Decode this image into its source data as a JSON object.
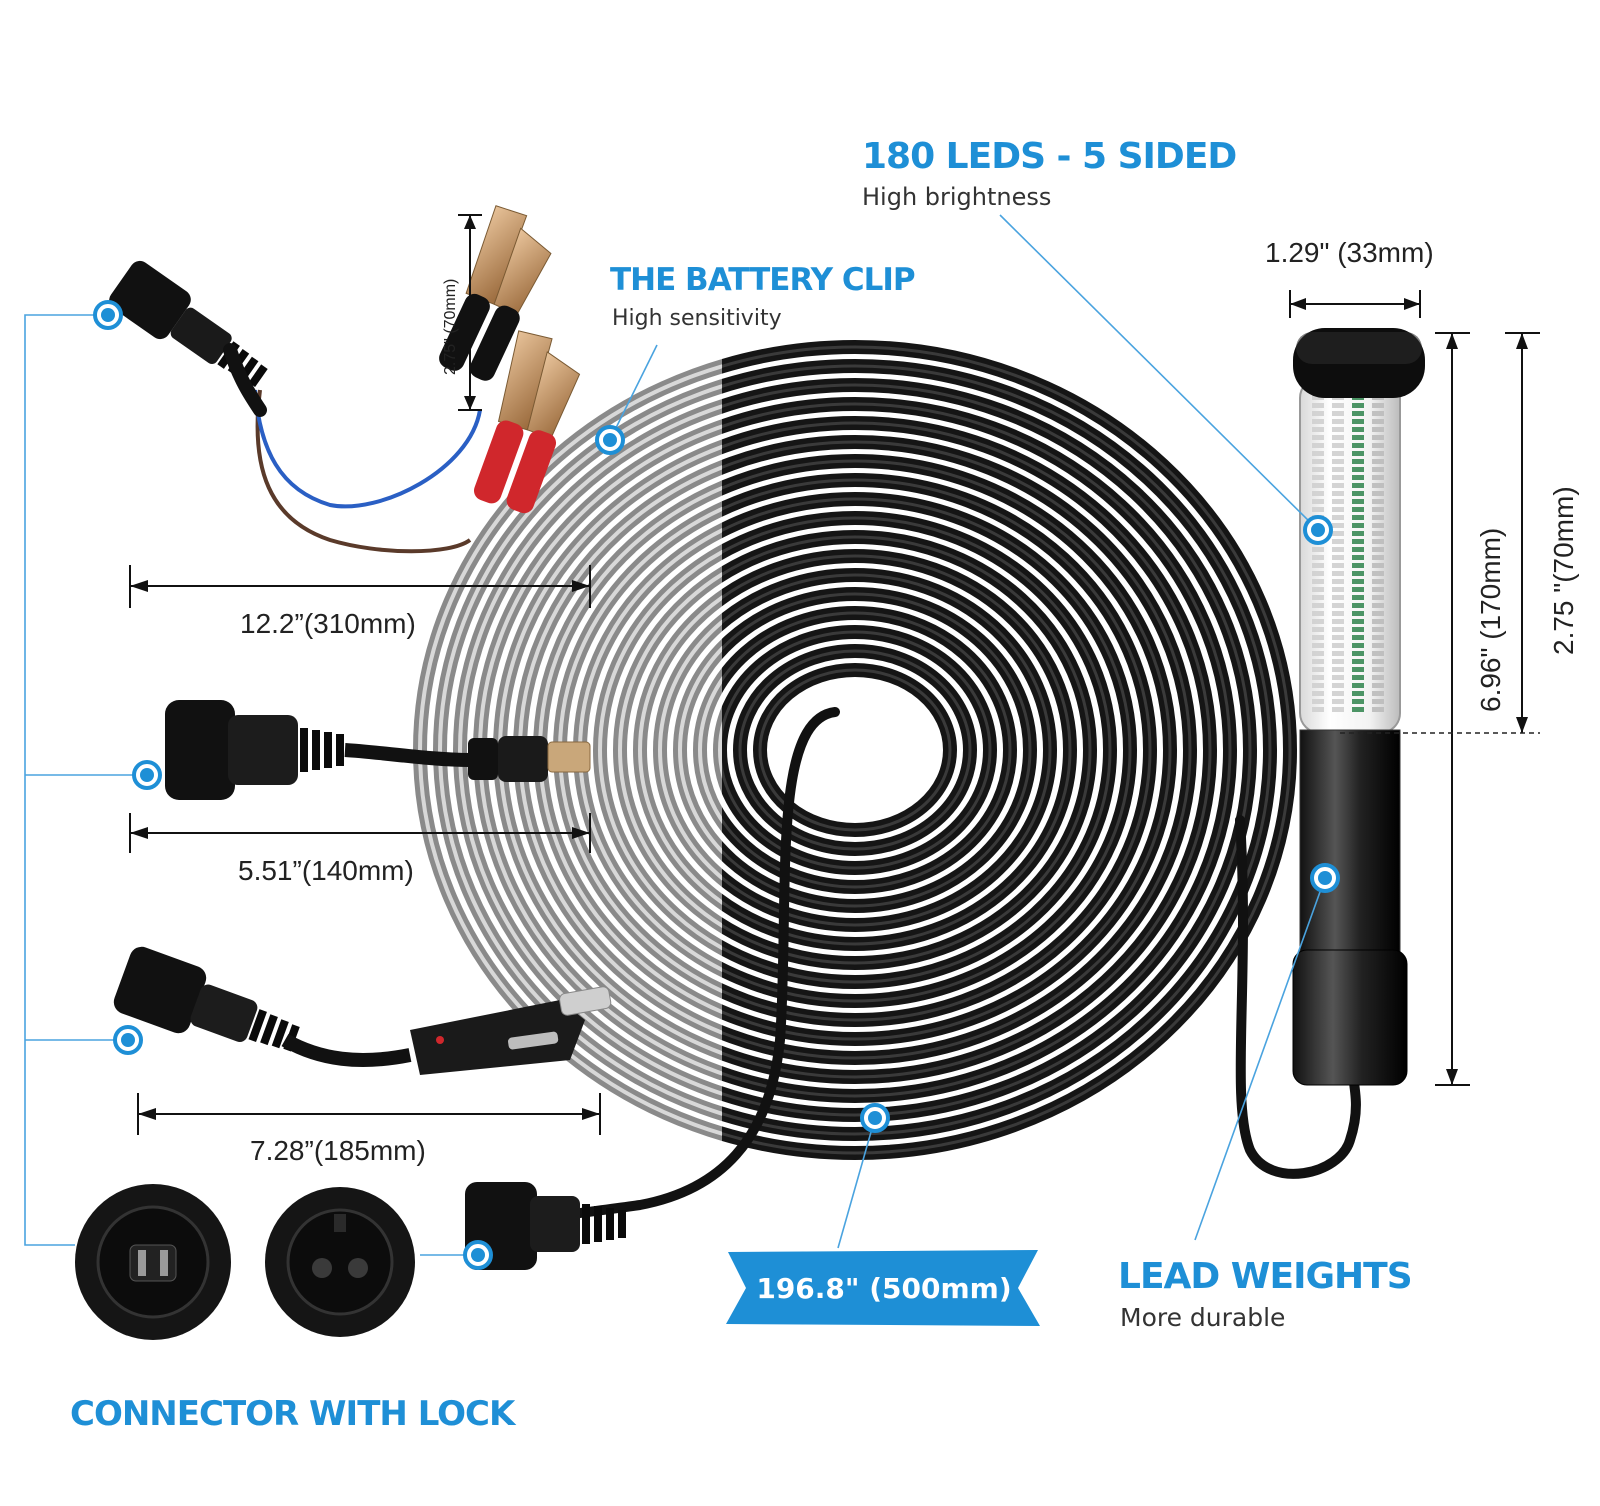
{
  "led_feature": {
    "title": "180 LEDS - 5 SIDED",
    "subtitle": "High brightness"
  },
  "battery_clip": {
    "title": "THE BATTERY CLIP",
    "subtitle": "High sensitivity",
    "height_dim": "2.75\" (70mm)"
  },
  "lead_weights": {
    "title": "LEAD WEIGHTS",
    "subtitle": "More durable"
  },
  "connector": {
    "title": "CONNECTOR WITH LOCK"
  },
  "cable": {
    "length_badge": "196.8\" (500mm)"
  },
  "dimensions": {
    "clip_cable": "12.2”(310mm)",
    "dc_cable": "5.51”(140mm)",
    "cig_cable": "7.28”(185mm)",
    "tube_diameter": "1.29\" (33mm)",
    "tube_length": "6.96\" (170mm)",
    "led_section": "2.75 \"(70mm)"
  },
  "colors": {
    "accent": "#1e8fd6",
    "cable": "#1a1a1a",
    "clip_copper": "#c8935a",
    "clip_red": "#d0272c"
  },
  "icons": [
    "callout-dot-icon",
    "battery-clip-icon",
    "dc-plug-icon",
    "cigarette-plug-icon",
    "light-tube-icon",
    "connector-male-icon",
    "connector-female-icon"
  ]
}
